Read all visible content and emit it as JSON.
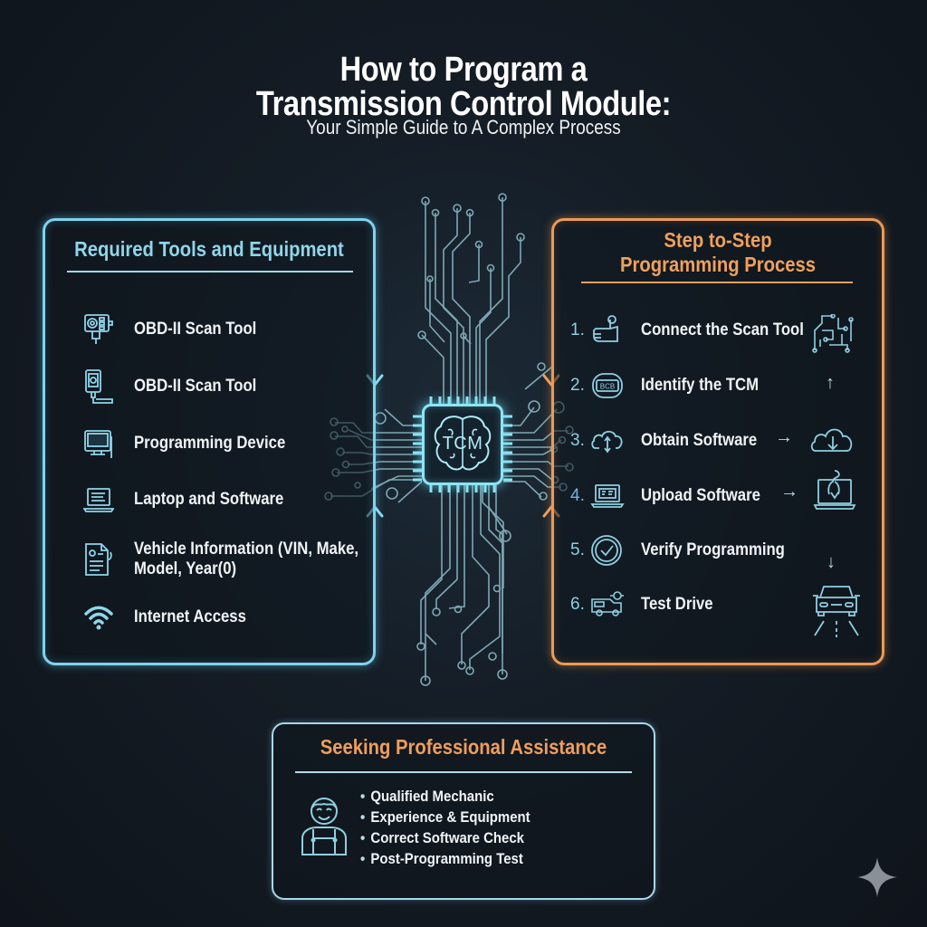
{
  "header": {
    "title_line1": "How to Program a",
    "title_line2": "Transmission Control Module:",
    "subtitle": "Your Simple Guide to A Complex Process"
  },
  "colors": {
    "cyan_accent": "#7fd3ec",
    "orange_accent": "#ec9a55",
    "background": "#141c25",
    "text": "#f1f4f6"
  },
  "tools_panel": {
    "heading": "Required Tools and Equipment",
    "items": [
      {
        "label": "OBD-II Scan Tool",
        "icon": "obd-scanner-icon"
      },
      {
        "label": "OBD-II Scan Tool",
        "icon": "obd-handheld-icon"
      },
      {
        "label": "Programming Device",
        "icon": "monitor-icon"
      },
      {
        "label": "Laptop and Software",
        "icon": "laptop-icon"
      },
      {
        "label_line1": "Vehicle Information (VIN, Make,",
        "label_line2": "Model, Year(0)",
        "icon": "document-icon"
      },
      {
        "label": "Internet Access",
        "icon": "wifi-icon"
      }
    ]
  },
  "center": {
    "chip_label": "TCM",
    "chip_icon": "brain-chip-icon"
  },
  "steps_panel": {
    "heading_line1": "Step to-Step",
    "heading_line2": "Programming Process",
    "steps": [
      {
        "num": "1.",
        "label": "Connect the Scan Tool",
        "icon": "hand-tap-icon",
        "side_icon": "circuit-board-icon"
      },
      {
        "num": "2.",
        "label": "Identify the TCM",
        "icon": "module-badge-icon",
        "side_arrow": "↑",
        "badge_text": "BCB"
      },
      {
        "num": "3.",
        "label": "Obtain Software",
        "icon": "cloud-sync-icon",
        "arrow": "→",
        "side_icon": "cloud-download-icon"
      },
      {
        "num": "4.",
        "label": "Upload Software",
        "icon": "laptop-code-icon",
        "arrow": "→",
        "side_icon": "laptop-upload-icon"
      },
      {
        "num": "5.",
        "label": "Verify Programming",
        "icon": "check-circle-icon",
        "side_arrow": "↓"
      },
      {
        "num": "6.",
        "label": "Test Drive",
        "icon": "vehicle-icon",
        "side_icon": "car-road-icon"
      }
    ]
  },
  "assistance_panel": {
    "heading": "Seeking Professional Assistance",
    "icon": "mechanic-icon",
    "items": [
      "Qualified Mechanic",
      "Experience & Equipment",
      "Correct Software Check",
      "Post-Programming Test"
    ]
  }
}
